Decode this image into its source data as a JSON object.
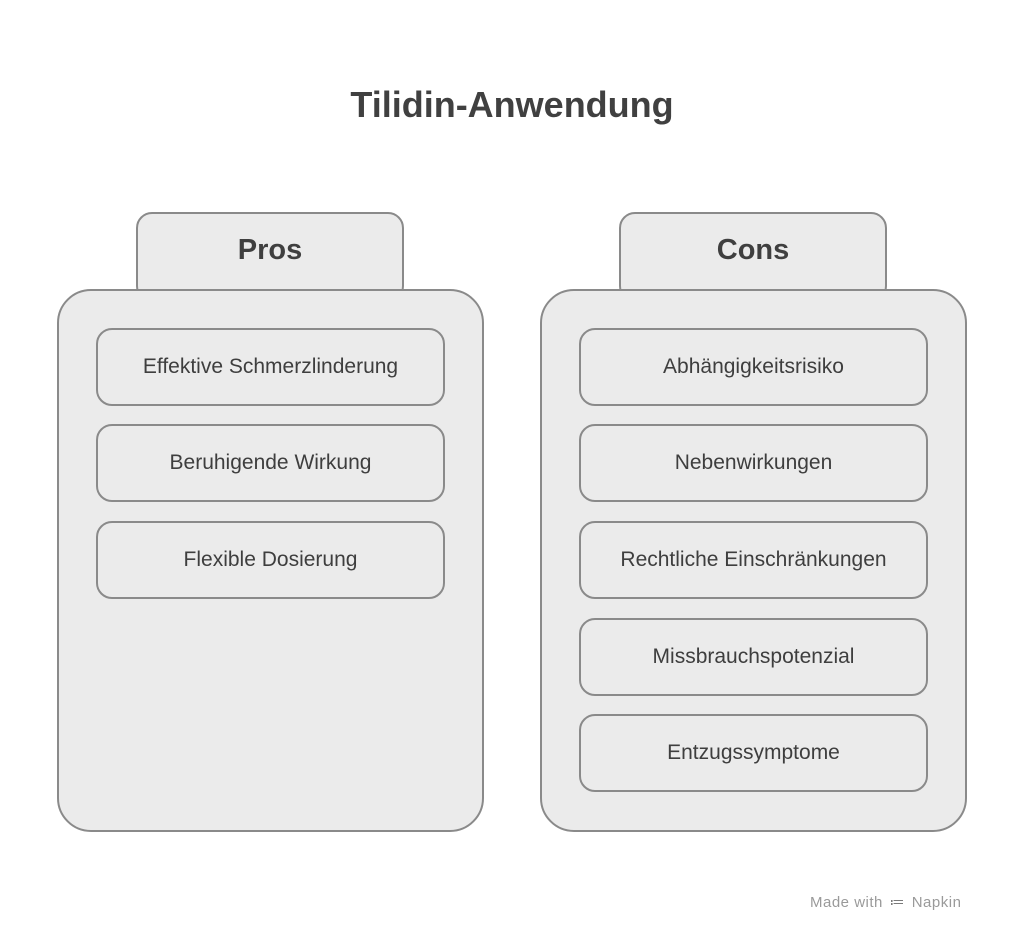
{
  "title": "Tilidin-Anwendung",
  "pros": {
    "label": "Pros",
    "items": [
      "Effektive Schmerzlinderung",
      "Beruhigende Wirkung",
      "Flexible Dosierung"
    ]
  },
  "cons": {
    "label": "Cons",
    "items": [
      "Abhängigkeitsrisiko",
      "Nebenwirkungen",
      "Rechtliche Einschränkungen",
      "Missbrauchspotenzial",
      "Entzugssymptome"
    ]
  },
  "watermark": {
    "prefix": "Made with",
    "logo": "napkin-logo-icon",
    "brand": "Napkin"
  },
  "colors": {
    "fill": "#ebebeb",
    "border": "#8a8a8a",
    "text": "#3e3e3e"
  }
}
